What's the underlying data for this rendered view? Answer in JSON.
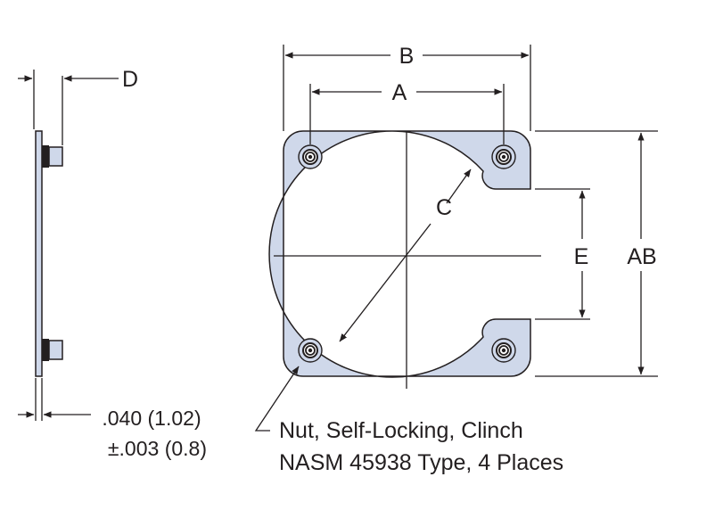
{
  "dimensions": {
    "a": "A",
    "b": "B",
    "c": "C",
    "d": "D",
    "e": "E",
    "ab": "AB"
  },
  "thickness": {
    "line1": ".040 (1.02)",
    "line2": "±.003 (0.8)"
  },
  "callout": {
    "line1": "Nut, Self-Locking, Clinch",
    "line2": "NASM 45938 Type, 4 Places"
  },
  "colors": {
    "plate_fill": "#cfd8ea",
    "line": "#231f20",
    "background": "#ffffff"
  },
  "icons": [
    "self-locking-clinch-nut-icon"
  ]
}
